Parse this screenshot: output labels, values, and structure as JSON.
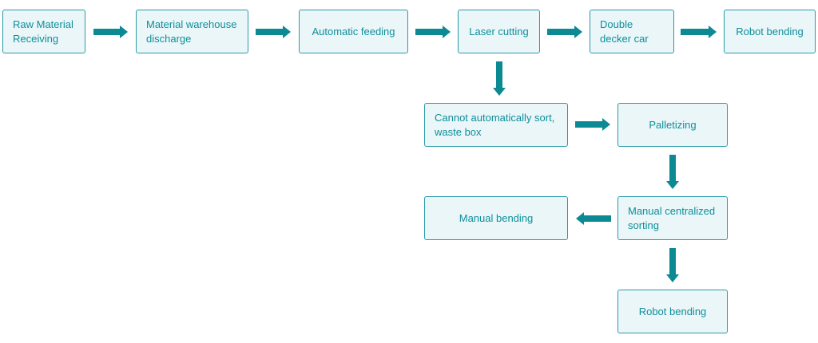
{
  "flow": {
    "raw_material_receiving": "Raw Material Receiving",
    "material_warehouse_discharge": "Material warehouse discharge",
    "automatic_feeding": "Automatic feeding",
    "laser_cutting": "Laser cutting",
    "double_decker_car": "Double decker car",
    "robot_bending_top": "Robot bending",
    "waste_box": "Cannot automatically sort, waste box",
    "palletizing": "Palletizing",
    "manual_centralized_sorting": "Manual centralized sorting",
    "manual_bending": "Manual bending",
    "robot_bending_bottom": "Robot bending"
  },
  "colors": {
    "box_fill": "#eaf6f8",
    "box_border": "#2a9aa8",
    "text": "#0e8f9b",
    "arrow": "#0b8a94"
  }
}
